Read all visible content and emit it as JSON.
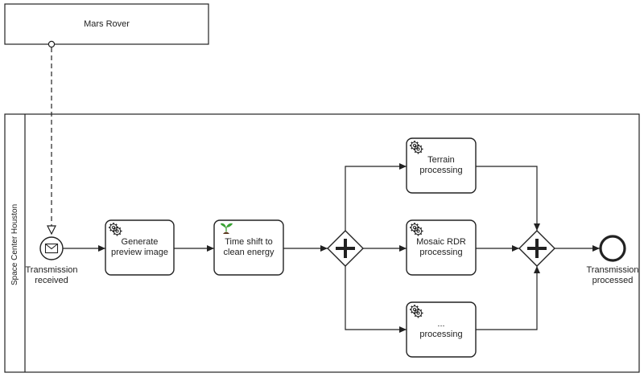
{
  "pools": {
    "top": {
      "name": "Mars Rover"
    },
    "main": {
      "name": "Space Center Houston"
    }
  },
  "events": {
    "start": {
      "label_line1": "Transmission",
      "label_line2": "received",
      "icon": "envelope-icon"
    },
    "end": {
      "label_line1": "Transmission",
      "label_line2": "processed"
    }
  },
  "tasks": {
    "generate_preview": {
      "line1": "Generate",
      "line2": "preview image",
      "icon": "gear-icon"
    },
    "time_shift": {
      "line1": "Time shift to",
      "line2": "clean energy",
      "icon": "sprout-icon"
    },
    "terrain": {
      "line1": "Terrain",
      "line2": "processing",
      "icon": "gear-icon"
    },
    "mosaic": {
      "line1": "Mosaic RDR",
      "line2": "processing",
      "icon": "gear-icon"
    },
    "other": {
      "line1": "...",
      "line2": "processing",
      "icon": "gear-icon"
    }
  },
  "gateways": {
    "split": {
      "type": "parallel",
      "icon": "plus-icon"
    },
    "join": {
      "type": "parallel",
      "icon": "plus-icon"
    }
  },
  "colors": {
    "stroke": "#222222",
    "sprout": "#3aa335",
    "background": "#ffffff"
  }
}
